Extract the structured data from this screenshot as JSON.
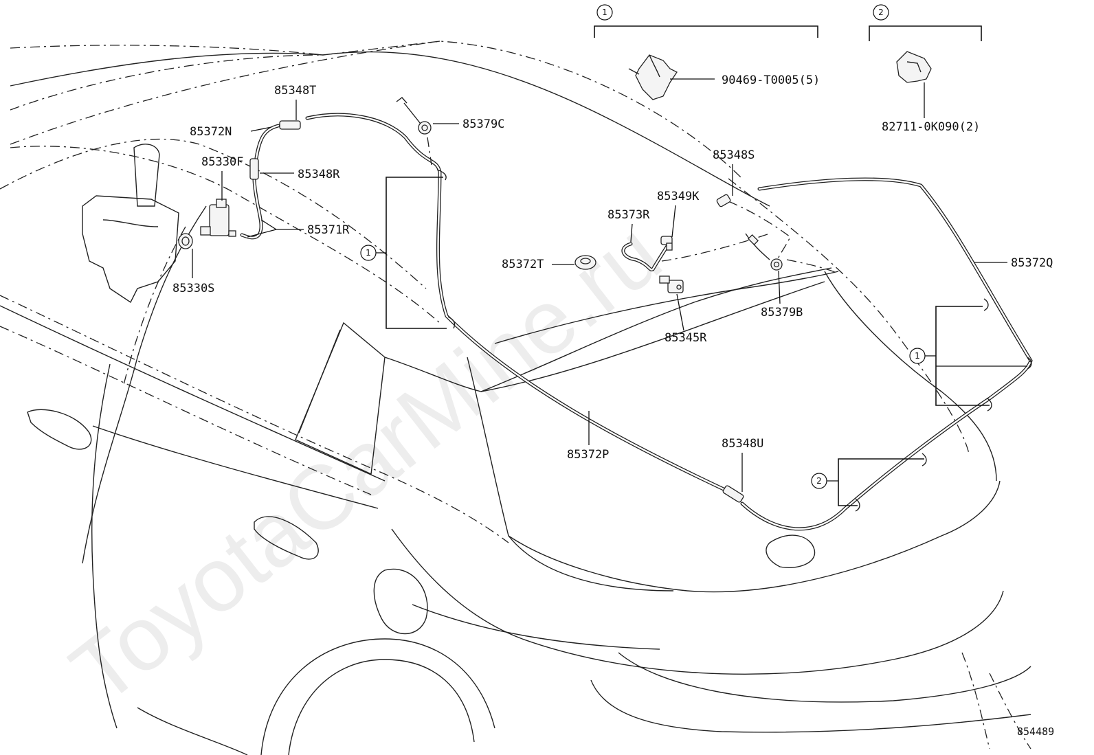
{
  "watermark": "ToyotaCarMine.ru",
  "diagram_id": "854489",
  "legend": [
    {
      "ref": "1",
      "part": "90469-T0005(5)"
    },
    {
      "ref": "2",
      "part": "82711-0K090(2)"
    }
  ],
  "callouts": {
    "c1_left": "1",
    "c1_right": "1",
    "c2": "2"
  },
  "parts": {
    "p85348T": "85348T",
    "p85372N": "85372N",
    "p85330F": "85330F",
    "p85348R": "85348R",
    "p85371R": "85371R",
    "p85330S": "85330S",
    "p85379C": "85379C",
    "p85348S": "85348S",
    "p85349K": "85349K",
    "p85373R": "85373R",
    "p85372T": "85372T",
    "p85345R": "85345R",
    "p85379B": "85379B",
    "p85372Q": "85372Q",
    "p85372P": "85372P",
    "p85348U": "85348U"
  }
}
